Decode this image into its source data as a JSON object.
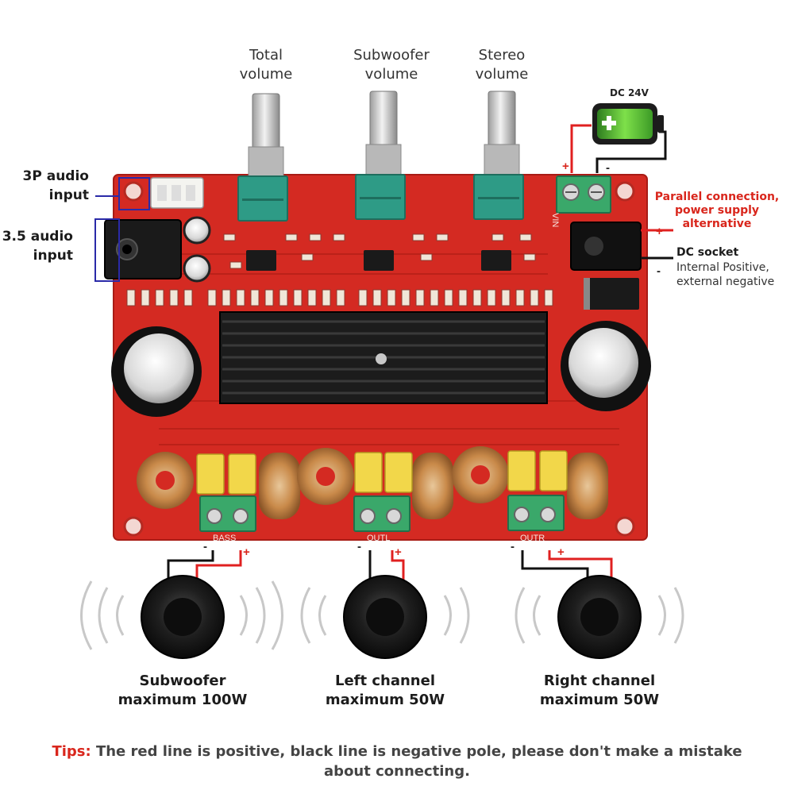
{
  "knobs": {
    "total": "Total\nvolume",
    "subwoofer": "Subwoofer\nvolume",
    "stereo": "Stereo\nvolume"
  },
  "inputs": {
    "three_pin": "3P audio\ninput",
    "jack": "3.5 audio\ninput"
  },
  "power": {
    "battery_label": "DC 24V",
    "parallel_note": "Parallel connection,\npower supply\nalternative",
    "dc_socket_title": "DC socket",
    "dc_socket_desc": "Internal Positive,\nexternal negative",
    "vin_label": "VIN"
  },
  "terminals": {
    "bass": "BASS",
    "out_left": "OUTL",
    "out_right": "OUTR",
    "plus": "+",
    "minus": "-"
  },
  "speakers": {
    "subwoofer": "Subwoofer\nmaximum 100W",
    "left": "Left channel\nmaximum 50W",
    "right": "Right channel\nmaximum 50W"
  },
  "tips": {
    "head": "Tips:",
    "body": " The red line is positive, black line is negative pole, please don't make a mistake about connecting."
  },
  "colors": {
    "board": "#d42a22",
    "heatsink": "#1c1c1c",
    "wire_positive": "#e02020",
    "wire_negative": "#111111",
    "terminal": "#3aa86a",
    "accent_text": "#d9261c"
  }
}
